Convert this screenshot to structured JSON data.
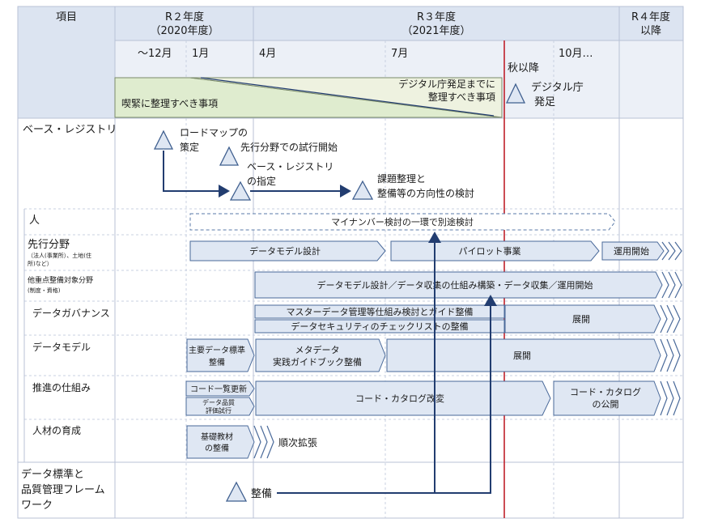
{
  "header": {
    "col_item": "項目",
    "r2_line1": "R２年度",
    "r2_line2": "（2020年度）",
    "r3_line1": "R３年度",
    "r3_line2": "（2021年度）",
    "r4_line1": "R４年度",
    "r4_line2": "以降",
    "months": {
      "m_dec": "～12月",
      "m_jan": "1月",
      "m_apr": "4月",
      "m_jul": "7月",
      "m_oct": "10月…",
      "autumn": "秋以降"
    },
    "urgent": "喫緊に整理すべき事項",
    "digital_line1": "デジタル庁発足までに",
    "digital_line2": "整理すべき事項",
    "agency_line1": "デジタル庁",
    "agency_line2": "発足"
  },
  "rows": {
    "base_registry": "ベース・レジストリ",
    "people": "人",
    "pioneer": "先行分野",
    "pioneer_sub1": "（法人(事業所）、土地(住",
    "pioneer_sub2": "所)など）",
    "priority_line1": "他重点整備対象分野",
    "priority_line2": "(制度・資格)",
    "governance": "データガバナンス",
    "model": "データモデル",
    "mechanism": "推進の仕組み",
    "hr": "人材の育成",
    "std_line1": "データ標準と",
    "std_line2": "品質管理フレーム",
    "std_line3": "ワーク"
  },
  "milestones": {
    "roadmap_line1": "ロードマップの",
    "roadmap_line2": "策定",
    "trial": "先行分野での試行開始",
    "designate_line1": "ベース・レジストリ",
    "designate_line2": "の指定",
    "issues_line1": "課題整理と",
    "issues_line2": "整備等の方向性の検討",
    "std_done": "整備"
  },
  "bars": {
    "mynumber": "マイナンバー検討の一環で別途検討",
    "dm_design": "データモデル設計",
    "pilot": "パイロット事業",
    "ops_start": "運用開始",
    "priority_flow": "データモデル設計／データ収集の仕組み構築・データ収集／運用開始",
    "master_data": "マスターデータ管理等仕組み検討とガイド整備",
    "security": "データセキュリティのチェックリストの整備",
    "deploy_gov": "展開",
    "main_std_line1": "主要データ標準",
    "main_std_line2": "整備",
    "meta_line1": "メタデータ",
    "meta_line2": "実践ガイドブック整備",
    "deploy_model": "展開",
    "code_update": "コード一覧更新",
    "dq_line1": "データ品質",
    "dq_line2": "評価試行",
    "code_improve": "コード・カタログ改変",
    "code_pub_line1": "コード・カタログ",
    "code_pub_line2": "の公開",
    "basic_line1": "基礎教材",
    "basic_line2": "の整備",
    "expand": "順次拡張"
  },
  "colors": {
    "header_fill": "#dce4f1",
    "bar_fill": "#dfe7f3",
    "line_navy": "#223d70",
    "red_line": "#c0202a"
  }
}
